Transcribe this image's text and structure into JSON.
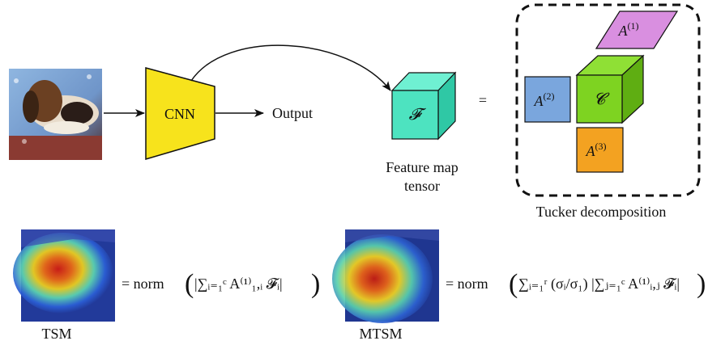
{
  "pipeline": {
    "cnn_label": "CNN",
    "output_label": "Output",
    "feature_tensor_symbol": "𝓕",
    "feature_caption_line1": "Feature map",
    "feature_caption_line2": "tensor",
    "equals": "="
  },
  "tucker": {
    "core_symbol": "𝓒",
    "factor1": "A",
    "factor1_sup": "(1)",
    "factor2": "A",
    "factor2_sup": "(2)",
    "factor3": "A",
    "factor3_sup": "(3)",
    "caption": "Tucker decomposition",
    "colors": {
      "core_front": "#7ed321",
      "core_top": "#8fe035",
      "core_side": "#5fae12",
      "factor1": "#d98fe0",
      "factor2": "#7aa6dd",
      "factor3": "#f3a221",
      "feature_front": "#4de3c0",
      "feature_top": "#6ff0d2",
      "feature_side": "#2fc8a5",
      "cnn": "#f7e31c"
    }
  },
  "tsm": {
    "caption": "TSM",
    "formula_prefix": "= norm",
    "formula_body": "|∑ᵢ₌₁ᶜ A⁽¹⁾₁,ᵢ 𝓕ᵢ|"
  },
  "mtsm": {
    "caption": "MTSM",
    "formula_prefix": "= norm",
    "formula_body": "∑ᵢ₌₁ʳ (σᵢ/σ₁) |∑ⱼ₌₁ᶜ A⁽¹⁾ᵢ,ⱼ 𝓕ᵢ|"
  }
}
